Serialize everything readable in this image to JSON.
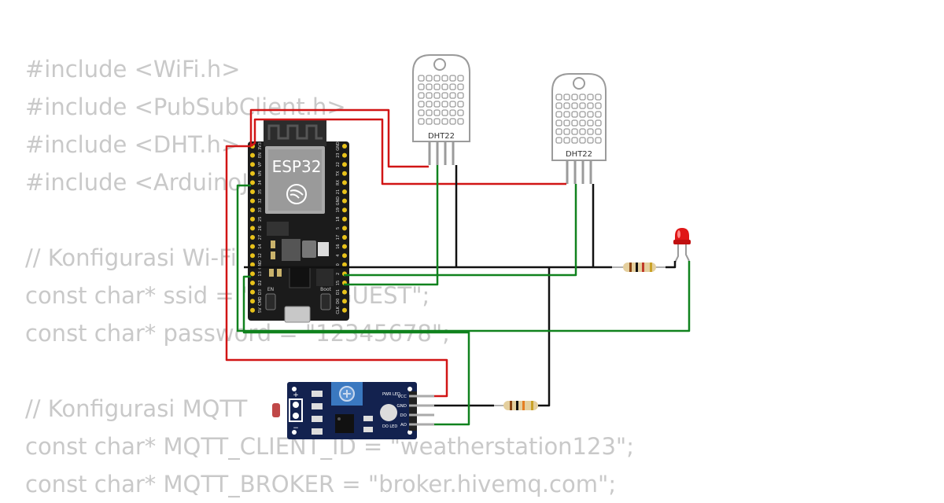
{
  "code_lines": [
    "#include <WiFi.h>",
    "#include <PubSubClient.h>",
    "#include <DHT.h>",
    "#include <ArduinoJson.h>",
    "",
    "// Konfigurasi Wi-Fi",
    "const char* ssid = \"Wokwi-GUEST\";",
    "const char* password = \"12345678\";",
    "",
    "// Konfigurasi MQTT",
    "const char* MQTT_CLIENT_ID = \"weatherstation123\";",
    "const char* MQTT_BROKER = \"broker.hivemq.com\";"
  ],
  "board": {
    "label": "ESP32",
    "left_pins": [
      "3V3",
      "EN",
      "VP",
      "VN",
      "34",
      "35",
      "32",
      "33",
      "25",
      "26",
      "27",
      "14",
      "12",
      "GND",
      "13",
      "D2",
      "D3",
      "CMD",
      "5V"
    ],
    "right_pins": [
      "GND",
      "23",
      "22",
      "TX",
      "RX",
      "21",
      "GND",
      "19",
      "18",
      "5",
      "17",
      "16",
      "4",
      "0",
      "2",
      "15",
      "D1",
      "D0",
      "CLK"
    ],
    "en_label": "EN",
    "boot_label": "Boot"
  },
  "dht1": {
    "label": "DHT22"
  },
  "dht2": {
    "label": "DHT22"
  },
  "ldr_module": {
    "pins": [
      "VCC",
      "GND",
      "DO",
      "AO"
    ],
    "pwr_led_label": "PWR LED",
    "do_led_label": "DO LED",
    "plus": "+",
    "minus": "−"
  },
  "colors": {
    "wire_power": "#d11515",
    "wire_ground": "#111111",
    "wire_signal": "#10821e",
    "board": "#1b1b1b",
    "module_pcb": "#13224f",
    "led": "#e01818",
    "code_text": "#c9c9c9"
  }
}
